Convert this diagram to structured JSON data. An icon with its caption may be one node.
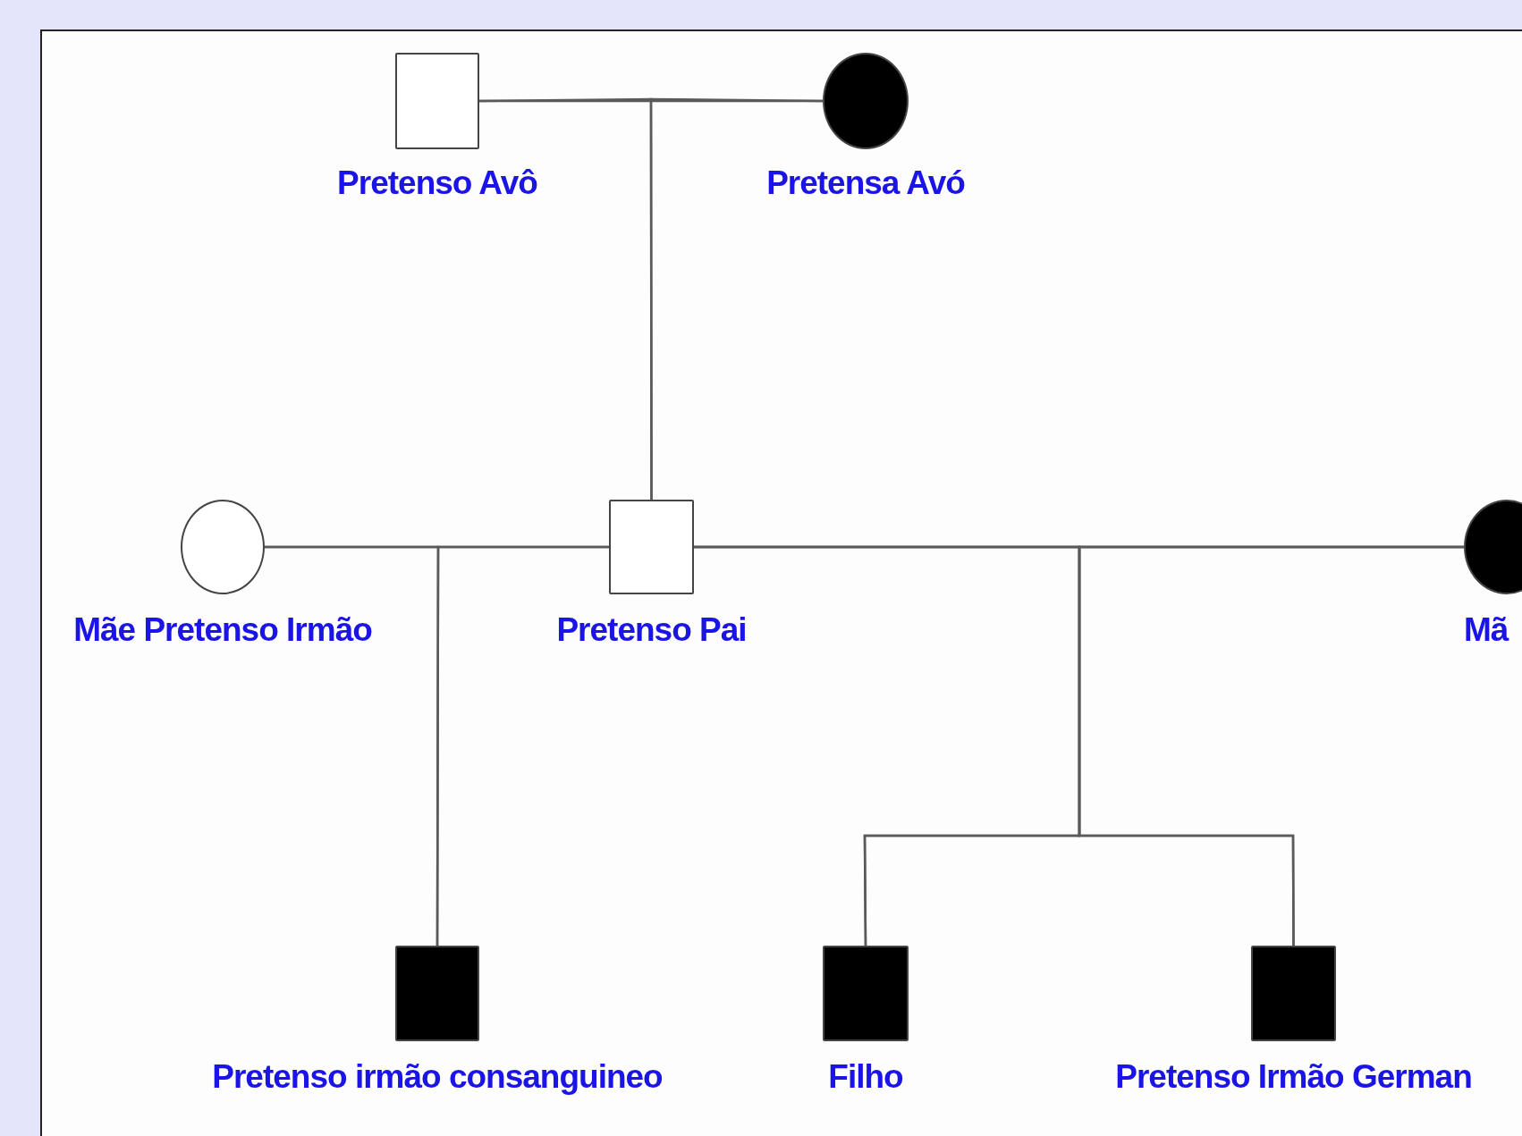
{
  "diagram": {
    "nodes": [
      {
        "text": [
          "Pretenso Avô"
        ]
      },
      {
        "text": [
          "Pretensa Avó"
        ]
      },
      {
        "text": [
          "Mãe Pretenso Irmão"
        ]
      },
      {
        "text": [
          "Pretenso Pai"
        ]
      },
      {
        "text": [
          "Mã"
        ]
      },
      {
        "text": [
          "Pretenso irmão consanguineo"
        ]
      },
      {
        "text": [
          "Filho"
        ]
      },
      {
        "text": [
          "Pretenso Irmão German"
        ]
      }
    ],
    "edges": [
      {
        "from": 0,
        "to": 1,
        "arrow": "none"
      },
      {
        "from": 0,
        "to": 3,
        "arrow": "none"
      },
      {
        "from": 1,
        "to": 3,
        "arrow": "none"
      },
      {
        "from": 2,
        "to": 3,
        "arrow": "none"
      },
      {
        "from": 2,
        "to": 5,
        "arrow": "none"
      },
      {
        "from": 3,
        "to": 5,
        "arrow": "none"
      },
      {
        "from": 3,
        "to": 4,
        "arrow": "none"
      },
      {
        "from": 3,
        "to": 6,
        "arrow": "none"
      },
      {
        "from": 4,
        "to": 6,
        "arrow": "none"
      },
      {
        "from": 3,
        "to": 7,
        "arrow": "none"
      },
      {
        "from": 4,
        "to": 7,
        "arrow": "none"
      }
    ]
  }
}
